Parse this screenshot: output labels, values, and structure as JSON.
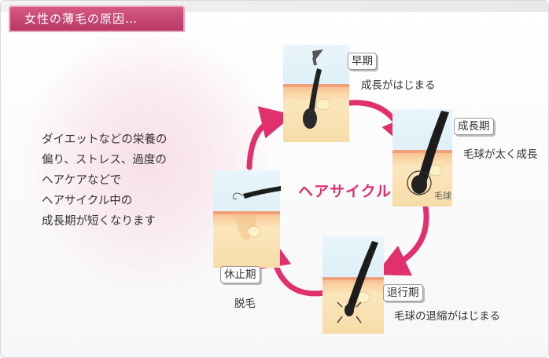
{
  "title": "女性の薄毛の原因…",
  "description": [
    "ダイエットなどの栄養の",
    "偏り、ストレス、過度の",
    "ヘアケアなどで",
    "ヘアサイクル中の",
    "成長期が短くなります"
  ],
  "cycle_title": "ヘアサイクル",
  "stages": {
    "early": {
      "label": "早期",
      "caption": "成長がはじまる"
    },
    "growth": {
      "label": "成長期",
      "caption": "毛球が太く成長",
      "bulb_label": "毛球"
    },
    "regression": {
      "label": "退行期",
      "caption": "毛球の退縮がはじまる"
    },
    "rest": {
      "label": "休止期",
      "caption": "脱毛"
    }
  },
  "colors": {
    "accent": "#e0306e",
    "title_bg": "#c2456f",
    "sky": "#d9eef7",
    "skin": "#f9e2b8",
    "skin_top": "#f6b48c"
  }
}
